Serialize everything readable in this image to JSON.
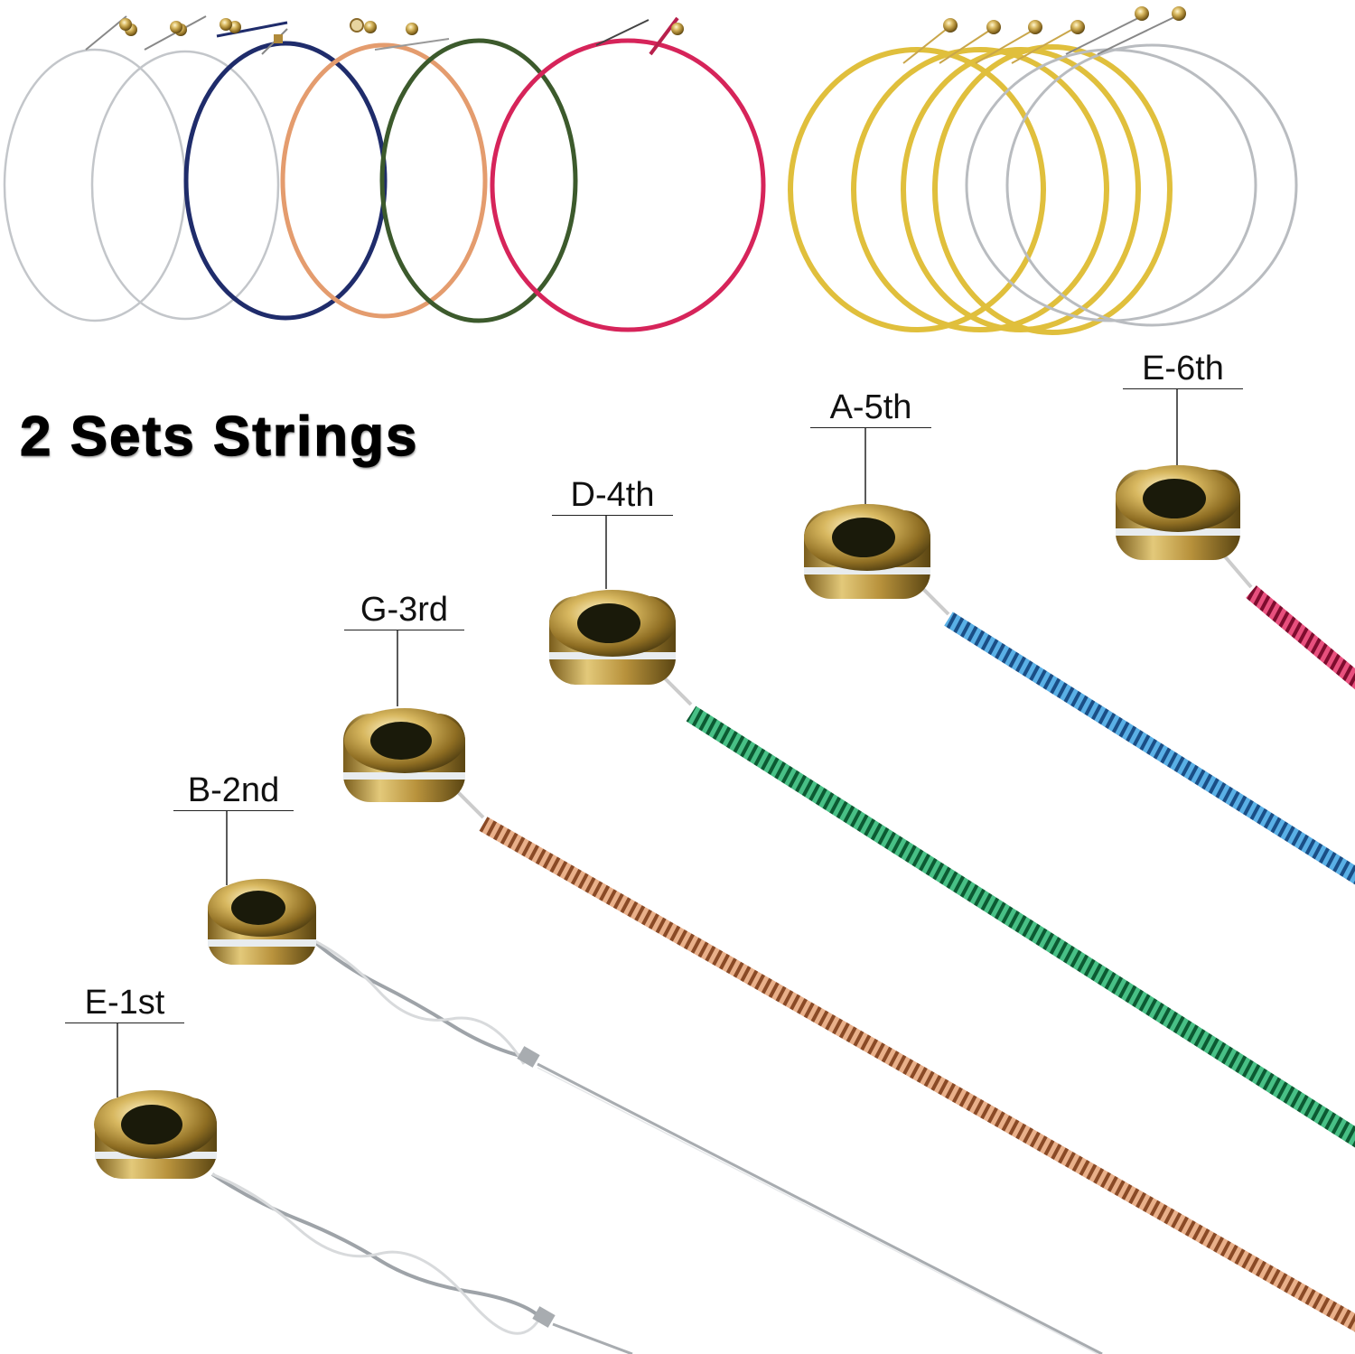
{
  "headline": "2 Sets Strings",
  "colors": {
    "background": "#ffffff",
    "text": "#111111",
    "brass": "#c9a64a",
    "silver": "#b9bcc0",
    "navy": "#1f2c6b",
    "copper": "#e19a6e",
    "olive": "#3c5a2c",
    "crimson": "#d6245a",
    "gold": "#e0bf3c",
    "blue_wound": "#2f7fc4",
    "green_wound": "#1e9a5c",
    "bronze_wound": "#c98358",
    "red_wound": "#c21e4e"
  },
  "sets": [
    {
      "name": "colored-set",
      "coils": [
        {
          "color": "silver"
        },
        {
          "color": "silver"
        },
        {
          "color": "navy"
        },
        {
          "color": "copper"
        },
        {
          "color": "olive"
        },
        {
          "color": "crimson"
        }
      ]
    },
    {
      "name": "gold-set",
      "coils": [
        {
          "color": "gold"
        },
        {
          "color": "gold"
        },
        {
          "color": "gold"
        },
        {
          "color": "gold"
        },
        {
          "color": "silver"
        },
        {
          "color": "silver"
        }
      ]
    }
  ],
  "strings": [
    {
      "label": "E-1st",
      "type": "plain-steel",
      "color": "silver"
    },
    {
      "label": "B-2nd",
      "type": "plain-steel",
      "color": "silver"
    },
    {
      "label": "G-3rd",
      "type": "wound",
      "color": "bronze_wound"
    },
    {
      "label": "D-4th",
      "type": "wound",
      "color": "green_wound"
    },
    {
      "label": "A-5th",
      "type": "wound",
      "color": "blue_wound"
    },
    {
      "label": "E-6th",
      "type": "wound",
      "color": "red_wound"
    }
  ]
}
